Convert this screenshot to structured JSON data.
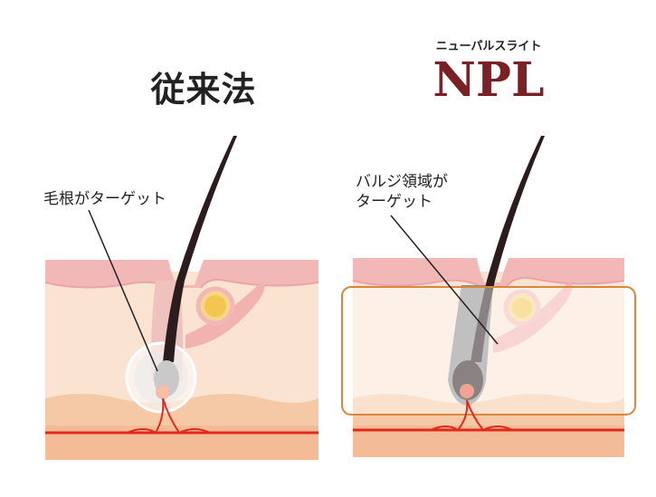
{
  "left_panel": {
    "title": "従来法",
    "callout": "毛根がターゲット"
  },
  "right_panel": {
    "subtitle": "ニューパルスライト",
    "title": "NPL",
    "callout_line1": "バルジ領域が",
    "callout_line2": "ターゲット"
  },
  "colors": {
    "epidermis_pink": "#f2b8b8",
    "dermis": "#fbe3d2",
    "subcutis": "#f6c9a6",
    "blood_vessel": "#e02a1e",
    "hair": "#2b1d1d",
    "npl_accent": "#7a2126",
    "highlight_box": "#d9873f"
  }
}
